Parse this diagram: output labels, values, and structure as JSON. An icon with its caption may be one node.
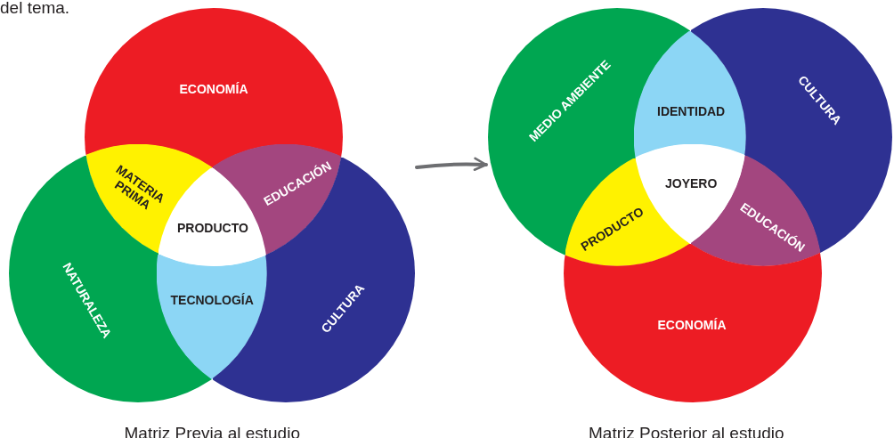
{
  "diagram": {
    "nodes": [
      {
        "text": [
          "Matriz Previa al estudio"
        ]
      },
      {
        "text": [
          "ECONOMÍA"
        ],
        "in": 0
      },
      {
        "text": [
          "MATERIA PRIMA"
        ],
        "in": 0
      },
      {
        "text": [
          "EDUCACIÓN"
        ],
        "in": 0
      },
      {
        "text": [
          "PRODUCTO"
        ]
      },
      {
        "text": [
          "NATURALEZA"
        ],
        "in": 0
      },
      {
        "text": [
          "TECNOLOGÍA"
        ],
        "in": 0
      },
      {
        "text": [
          "CULTURA"
        ],
        "in": 0
      },
      {
        "text": [
          "Matriz Posterior al estudio"
        ]
      },
      {
        "text": [
          "MEDIO AMBIENTE"
        ],
        "in": 8
      },
      {
        "text": [
          "IDENTIDAD"
        ],
        "in": 8
      },
      {
        "text": [
          "CULTURA"
        ],
        "in": 8
      },
      {
        "text": [
          "JOYERO"
        ]
      },
      {
        "text": [
          "PRODUCTO"
        ],
        "in": 8
      },
      {
        "text": [
          "EDUCACIÓN"
        ],
        "in": 8
      },
      {
        "text": [
          "ECONOMÍA"
        ],
        "in": 8
      }
    ],
    "edges": [
      {
        "from": 0,
        "to": 8,
        "arrow": "to",
        "color": "#6d6e71"
      }
    ],
    "labels": [
      "del tema."
    ]
  }
}
